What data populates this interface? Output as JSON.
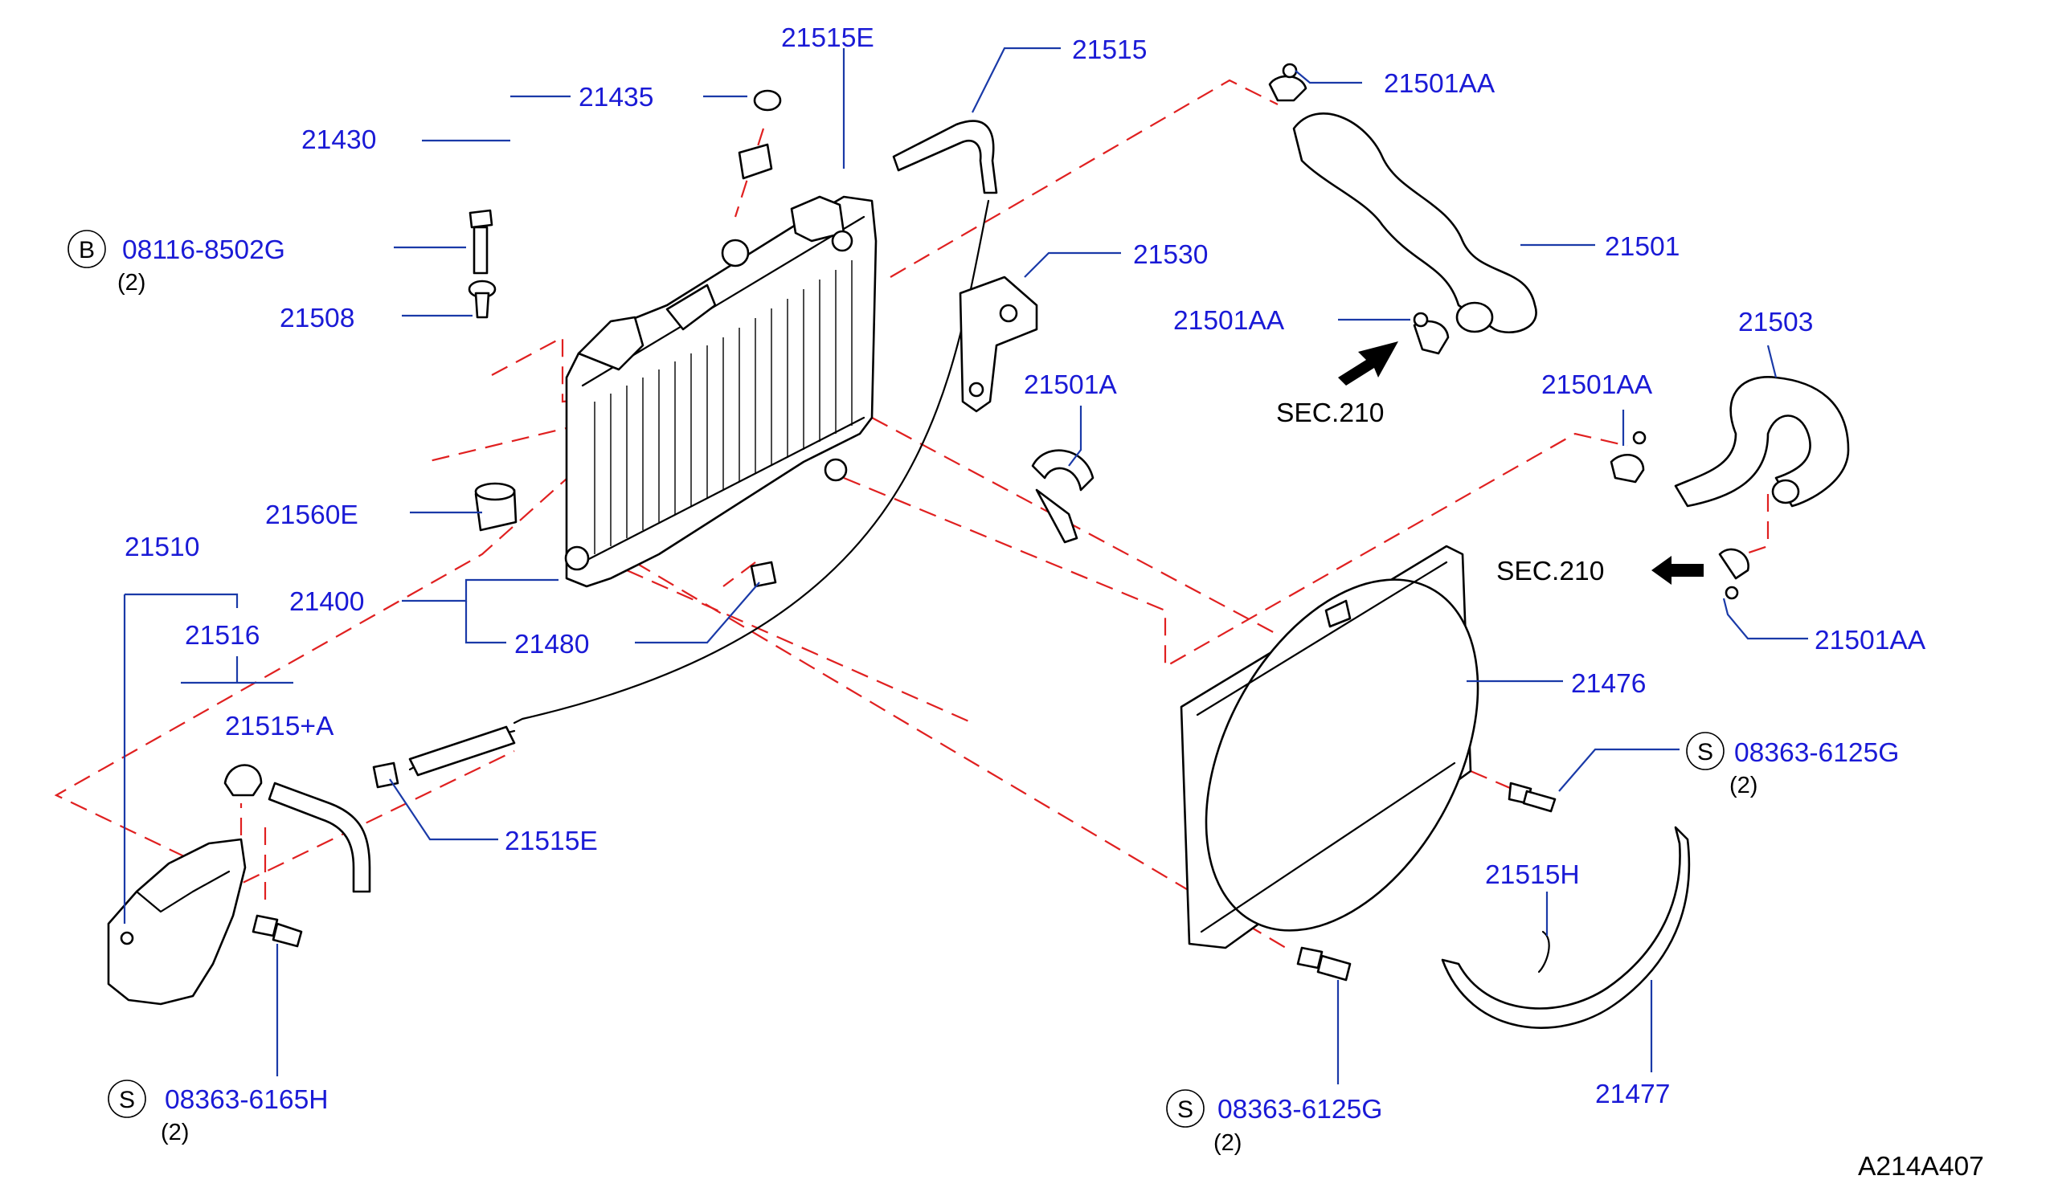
{
  "diagram_id": "A214A407",
  "section_ref": "SEC.210",
  "symbols": {
    "bolt": "B",
    "screw": "S"
  },
  "labels": {
    "p21515E_top": "21515E",
    "p21515": "21515",
    "p21435": "21435",
    "p21430": "21430",
    "p21501AA_top": "21501AA",
    "p08116": "08116-8502G",
    "p08116_qty": "(2)",
    "p21501": "21501",
    "p21530": "21530",
    "p21508": "21508",
    "p21501AA_mid": "21501AA",
    "p21503": "21503",
    "p21501A": "21501A",
    "p21501AA_right": "21501AA",
    "p21560E": "21560E",
    "p21510": "21510",
    "p21400": "21400",
    "p21480": "21480",
    "p21516": "21516",
    "p21515A": "21515+A",
    "p21501AA_low": "21501AA",
    "p21476": "21476",
    "p08363_G1": "08363-6125G",
    "p08363_G1_qty": "(2)",
    "p21515E_low": "21515E",
    "p21515H": "21515H",
    "p08363_H": "08363-6165H",
    "p08363_H_qty": "(2)",
    "p08363_G2": "08363-6125G",
    "p08363_G2_qty": "(2)",
    "p21477": "21477"
  }
}
